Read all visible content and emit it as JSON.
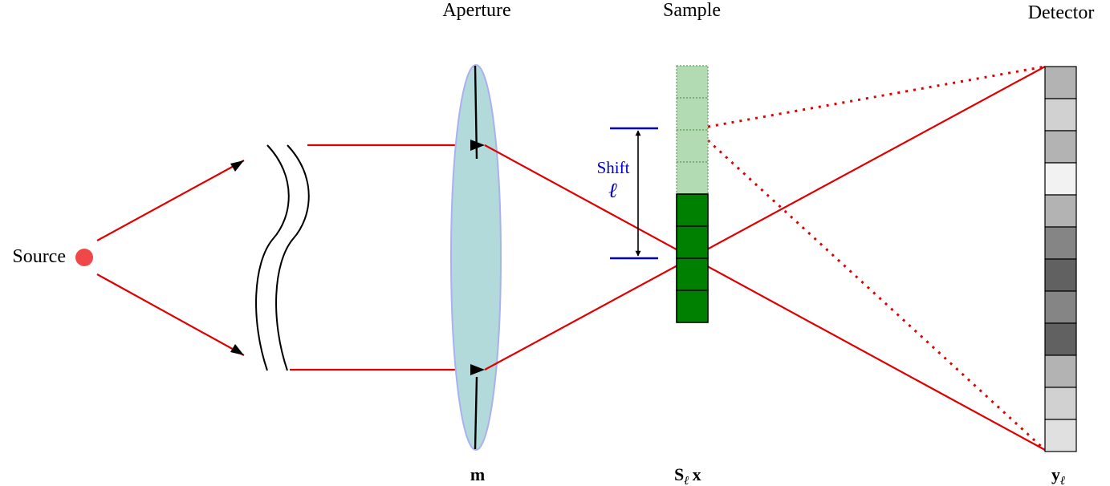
{
  "labels": {
    "source": "Source",
    "aperture": "Aperture",
    "sample": "Sample",
    "detector": "Detector",
    "shift": "Shift",
    "shift_symbol": "ℓ",
    "aperture_symbol": "m",
    "sample_symbol_main": "S",
    "sample_symbol_sub": "ℓ",
    "sample_symbol_tail": "x",
    "detector_symbol_main": "y",
    "detector_symbol_sub": "ℓ"
  },
  "colors": {
    "ray": "#e00000",
    "source": "#f04848",
    "lens_fill": "#b2dada",
    "lens_stroke": "#aab0f0",
    "sample_solid": "#008000",
    "sample_faded": "#b3dbb3",
    "sample_faded_line": "#60a060",
    "shift": "#0000cc",
    "structure": "#000000"
  },
  "detector_pixels": [
    0.7,
    0.82,
    0.7,
    0.95,
    0.7,
    0.52,
    0.38,
    0.52,
    0.38,
    0.7,
    0.82,
    0.88
  ],
  "sample_cells": {
    "faded": 4,
    "solid": 4
  }
}
